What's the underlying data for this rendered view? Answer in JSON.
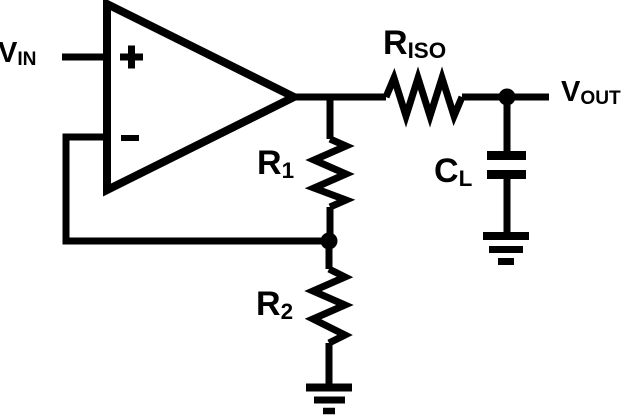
{
  "diagram": {
    "kind": "circuit-schematic",
    "colors": {
      "ink": "#000000",
      "background": "#ffffff"
    }
  },
  "labels": {
    "vin": {
      "base": "V",
      "sub": "IN"
    },
    "vout": {
      "base": "V",
      "sub": "OUT"
    },
    "riso": {
      "base": "R",
      "sub": "ISO"
    },
    "r1": {
      "base": "R",
      "sub": "1"
    },
    "r2": {
      "base": "R",
      "sub": "2"
    },
    "cl": {
      "base": "C",
      "sub": "L"
    },
    "opamp": {
      "noninverting": "+",
      "inverting": "-"
    }
  },
  "components": [
    {
      "id": "opamp",
      "symbol": "op-amp-triangle"
    },
    {
      "id": "riso",
      "symbol": "resistor-horizontal"
    },
    {
      "id": "r1",
      "symbol": "resistor-vertical"
    },
    {
      "id": "r2",
      "symbol": "resistor-vertical"
    },
    {
      "id": "cl",
      "symbol": "capacitor-vertical"
    },
    {
      "id": "gnd-cl",
      "symbol": "ground"
    },
    {
      "id": "gnd-r2",
      "symbol": "ground"
    },
    {
      "id": "node-output",
      "symbol": "junction-dot"
    },
    {
      "id": "node-feedback",
      "symbol": "junction-dot"
    }
  ]
}
